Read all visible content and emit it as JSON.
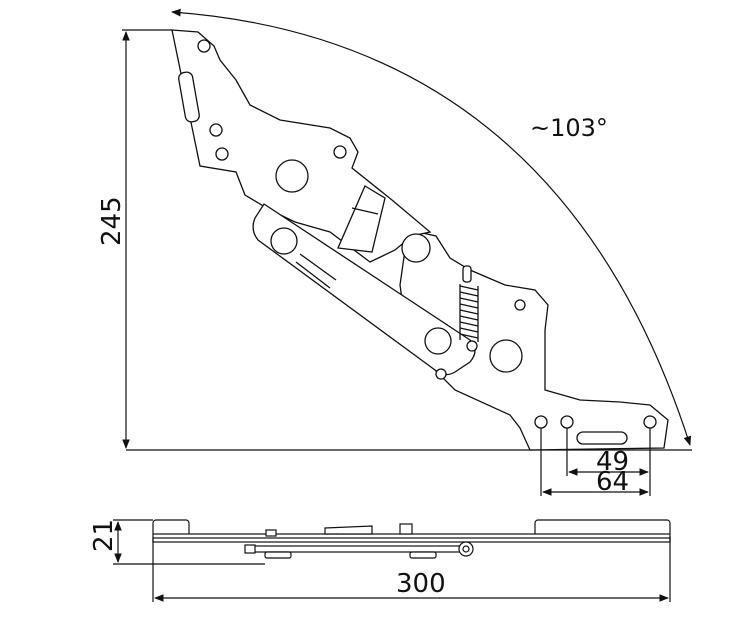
{
  "dimensions": {
    "height": "245",
    "angle": "~103°",
    "hole_spacing_inner": "49",
    "hole_spacing_outer": "64",
    "thickness": "21",
    "length": "300"
  },
  "colors": {
    "line": "#111111",
    "fill": "#ffffff"
  }
}
